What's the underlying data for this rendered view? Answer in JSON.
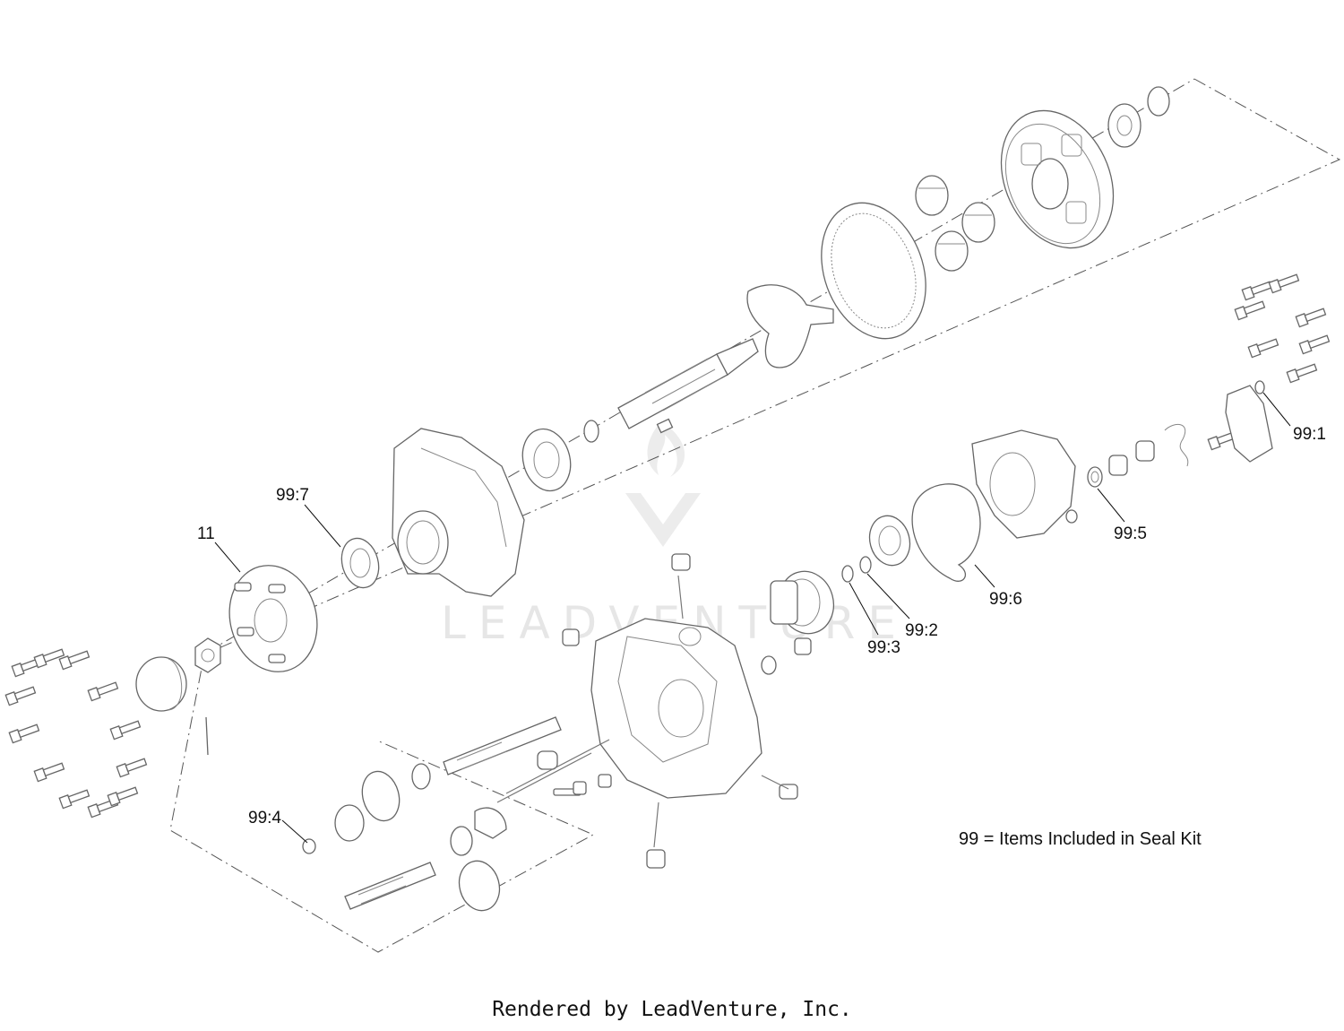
{
  "watermark": {
    "text": "LEADVENTURE"
  },
  "callouts": {
    "c11": "11",
    "c99_7": "99:7",
    "c99_1": "99:1",
    "c99_5": "99:5",
    "c99_6": "99:6",
    "c99_2": "99:2",
    "c99_3": "99:3",
    "c99_4": "99:4"
  },
  "legend": {
    "text": "99 = Items Included in Seal Kit"
  },
  "footer": {
    "text": "Rendered by LeadVenture, Inc."
  }
}
